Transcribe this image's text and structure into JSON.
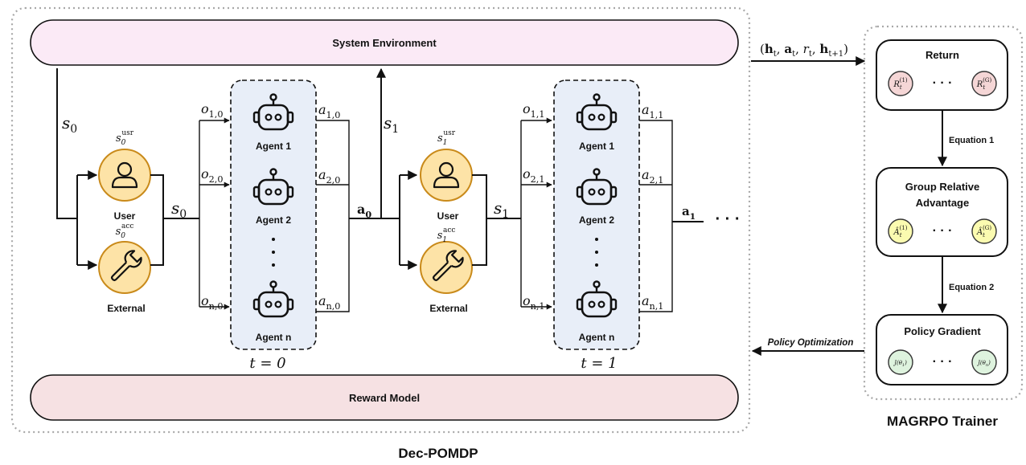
{
  "env": {
    "title": "System Environment"
  },
  "reward": {
    "title": "Reward Model"
  },
  "decpomdp": {
    "title": "Dec-POMDP"
  },
  "trainer": {
    "title": "MAGRPO Trainer"
  },
  "tuple_label": "(h_t, a_t, r_t, h_t+1)",
  "policy_opt_label": "Policy Optimization",
  "equation1": "Equation 1",
  "equation2": "Equation 2",
  "return_box": {
    "title": "Return",
    "left": "R_t^(1)",
    "right": "R_t^(G)",
    "dots": "· · ·"
  },
  "advantage_box": {
    "title_line1": "Group Relative",
    "title_line2": "Advantage",
    "left": "Â_t^(1)",
    "right": "Â_t^(G)",
    "dots": "· · ·"
  },
  "pg_box": {
    "title": "Policy Gradient",
    "left": "J(θ1)",
    "right": "J(θn)",
    "dots": "· · ·"
  },
  "timesteps": [
    {
      "t": "t = 0",
      "user_label": "User",
      "external_label": "External",
      "s_usr": "s0 usr",
      "s_acc": "s0 acc",
      "state_in": "s0",
      "state_mid": "s0",
      "joint_action": "a0",
      "agents": [
        "Agent 1",
        "Agent 2",
        "Agent n"
      ],
      "obs": [
        "o1,0",
        "o2,0",
        "on,0"
      ],
      "acts": [
        "a1,0",
        "a2,0",
        "an,0"
      ]
    },
    {
      "t": "t = 1",
      "user_label": "User",
      "external_label": "External",
      "s_usr": "s1 usr",
      "s_acc": "s1 acc",
      "state_in": "s1",
      "state_mid": "s1",
      "joint_action": "a1",
      "agents": [
        "Agent 1",
        "Agent 2",
        "Agent n"
      ],
      "obs": [
        "o1,1",
        "o2,1",
        "on,1"
      ],
      "acts": [
        "a1,1",
        "a2,1",
        "an,1"
      ]
    }
  ],
  "trailing_dots": "· · ·",
  "colors": {
    "env_fill": "#fbeaf6",
    "reward_fill": "#f6e1e3",
    "agent_panel": "#e8eef8",
    "user_circle": "#fde3a7",
    "user_circle_stroke": "#c98a1a",
    "return_circle": "#f5d6d6",
    "adv_circle": "#fbfbb0",
    "pg_circle": "#def3de",
    "dotted_border": "#a8a8a8"
  }
}
